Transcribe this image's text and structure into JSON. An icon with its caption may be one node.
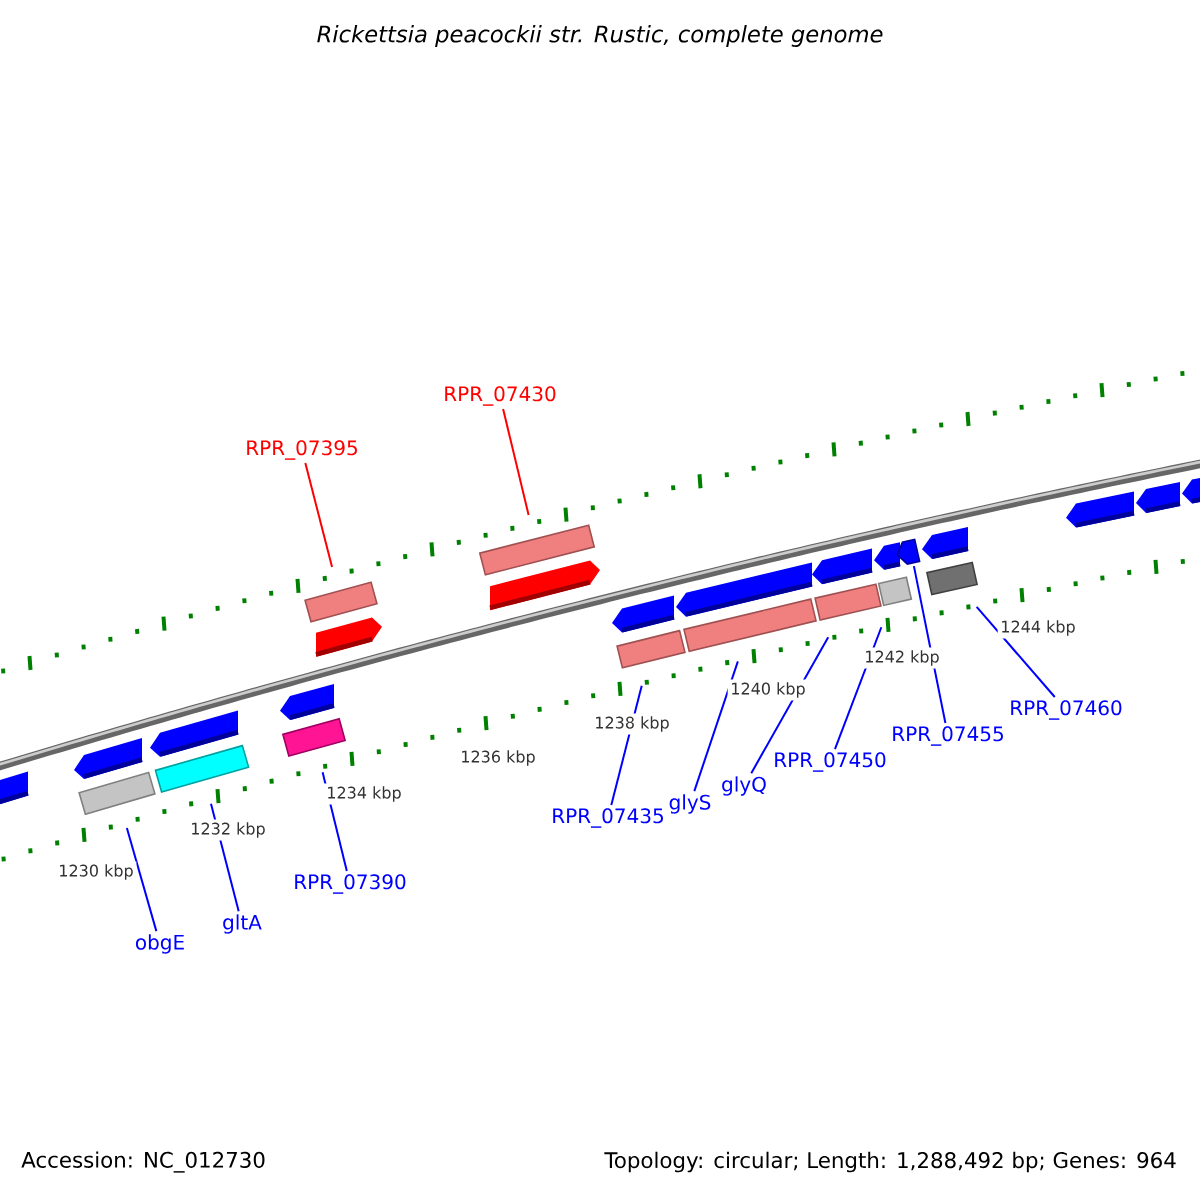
{
  "diagram": {
    "title": "Rickettsia peacockii str. Rustic, complete genome",
    "nodes": [
      {
        "text": [
          "RPR_07395"
        ]
      },
      {
        "text": [
          "RPR_07430"
        ]
      },
      {
        "text": [
          "obgE"
        ]
      },
      {
        "text": [
          "gltA"
        ]
      },
      {
        "text": [
          "RPR_07390"
        ]
      },
      {
        "text": [
          "RPR_07435"
        ]
      },
      {
        "text": [
          "glyS"
        ]
      },
      {
        "text": [
          "glyQ"
        ]
      },
      {
        "text": [
          "RPR_07450"
        ]
      },
      {
        "text": [
          "RPR_07455"
        ]
      },
      {
        "text": [
          "RPR_07460"
        ]
      },
      {
        "text": [],
        "shape": "bar"
      },
      {
        "text": [],
        "shape": "bar"
      },
      {
        "text": [],
        "shape": "bar"
      },
      {
        "text": [],
        "shape": "bar"
      },
      {
        "text": [],
        "shape": "bar"
      },
      {
        "text": [],
        "shape": "bar"
      },
      {
        "text": [],
        "shape": "bar"
      },
      {
        "text": [],
        "shape": "bar"
      },
      {
        "text": [],
        "shape": "bar"
      },
      {
        "text": [],
        "shape": "bar"
      },
      {
        "text": [],
        "shape": "arrow"
      }
    ],
    "edges": [
      {
        "from": 0,
        "to": 11,
        "arrow": "none",
        "color": "#ff0000"
      },
      {
        "from": 1,
        "to": 12,
        "arrow": "none",
        "color": "#ff0000"
      },
      {
        "from": 2,
        "to": 13,
        "arrow": "none"
      },
      {
        "from": 3,
        "to": 14,
        "arrow": "none"
      },
      {
        "from": 4,
        "to": 15,
        "arrow": "none"
      },
      {
        "from": 5,
        "to": 16,
        "arrow": "none"
      },
      {
        "from": 6,
        "to": 17,
        "arrow": "none"
      },
      {
        "from": 7,
        "to": 18,
        "arrow": "none"
      },
      {
        "from": 8,
        "to": 19,
        "arrow": "none"
      },
      {
        "from": 9,
        "to": 21,
        "arrow": "none"
      },
      {
        "from": 10,
        "to": 20,
        "arrow": "none"
      }
    ],
    "labels": [
      "1230 kbp",
      "1232 kbp",
      "1234 kbp",
      "1236 kbp",
      "1238 kbp",
      "1240 kbp",
      "1242 kbp",
      "1244 kbp",
      "Accession: NC_012730",
      "Topology: circular; Length: 1,288,492 bp; Genes: 964"
    ]
  }
}
